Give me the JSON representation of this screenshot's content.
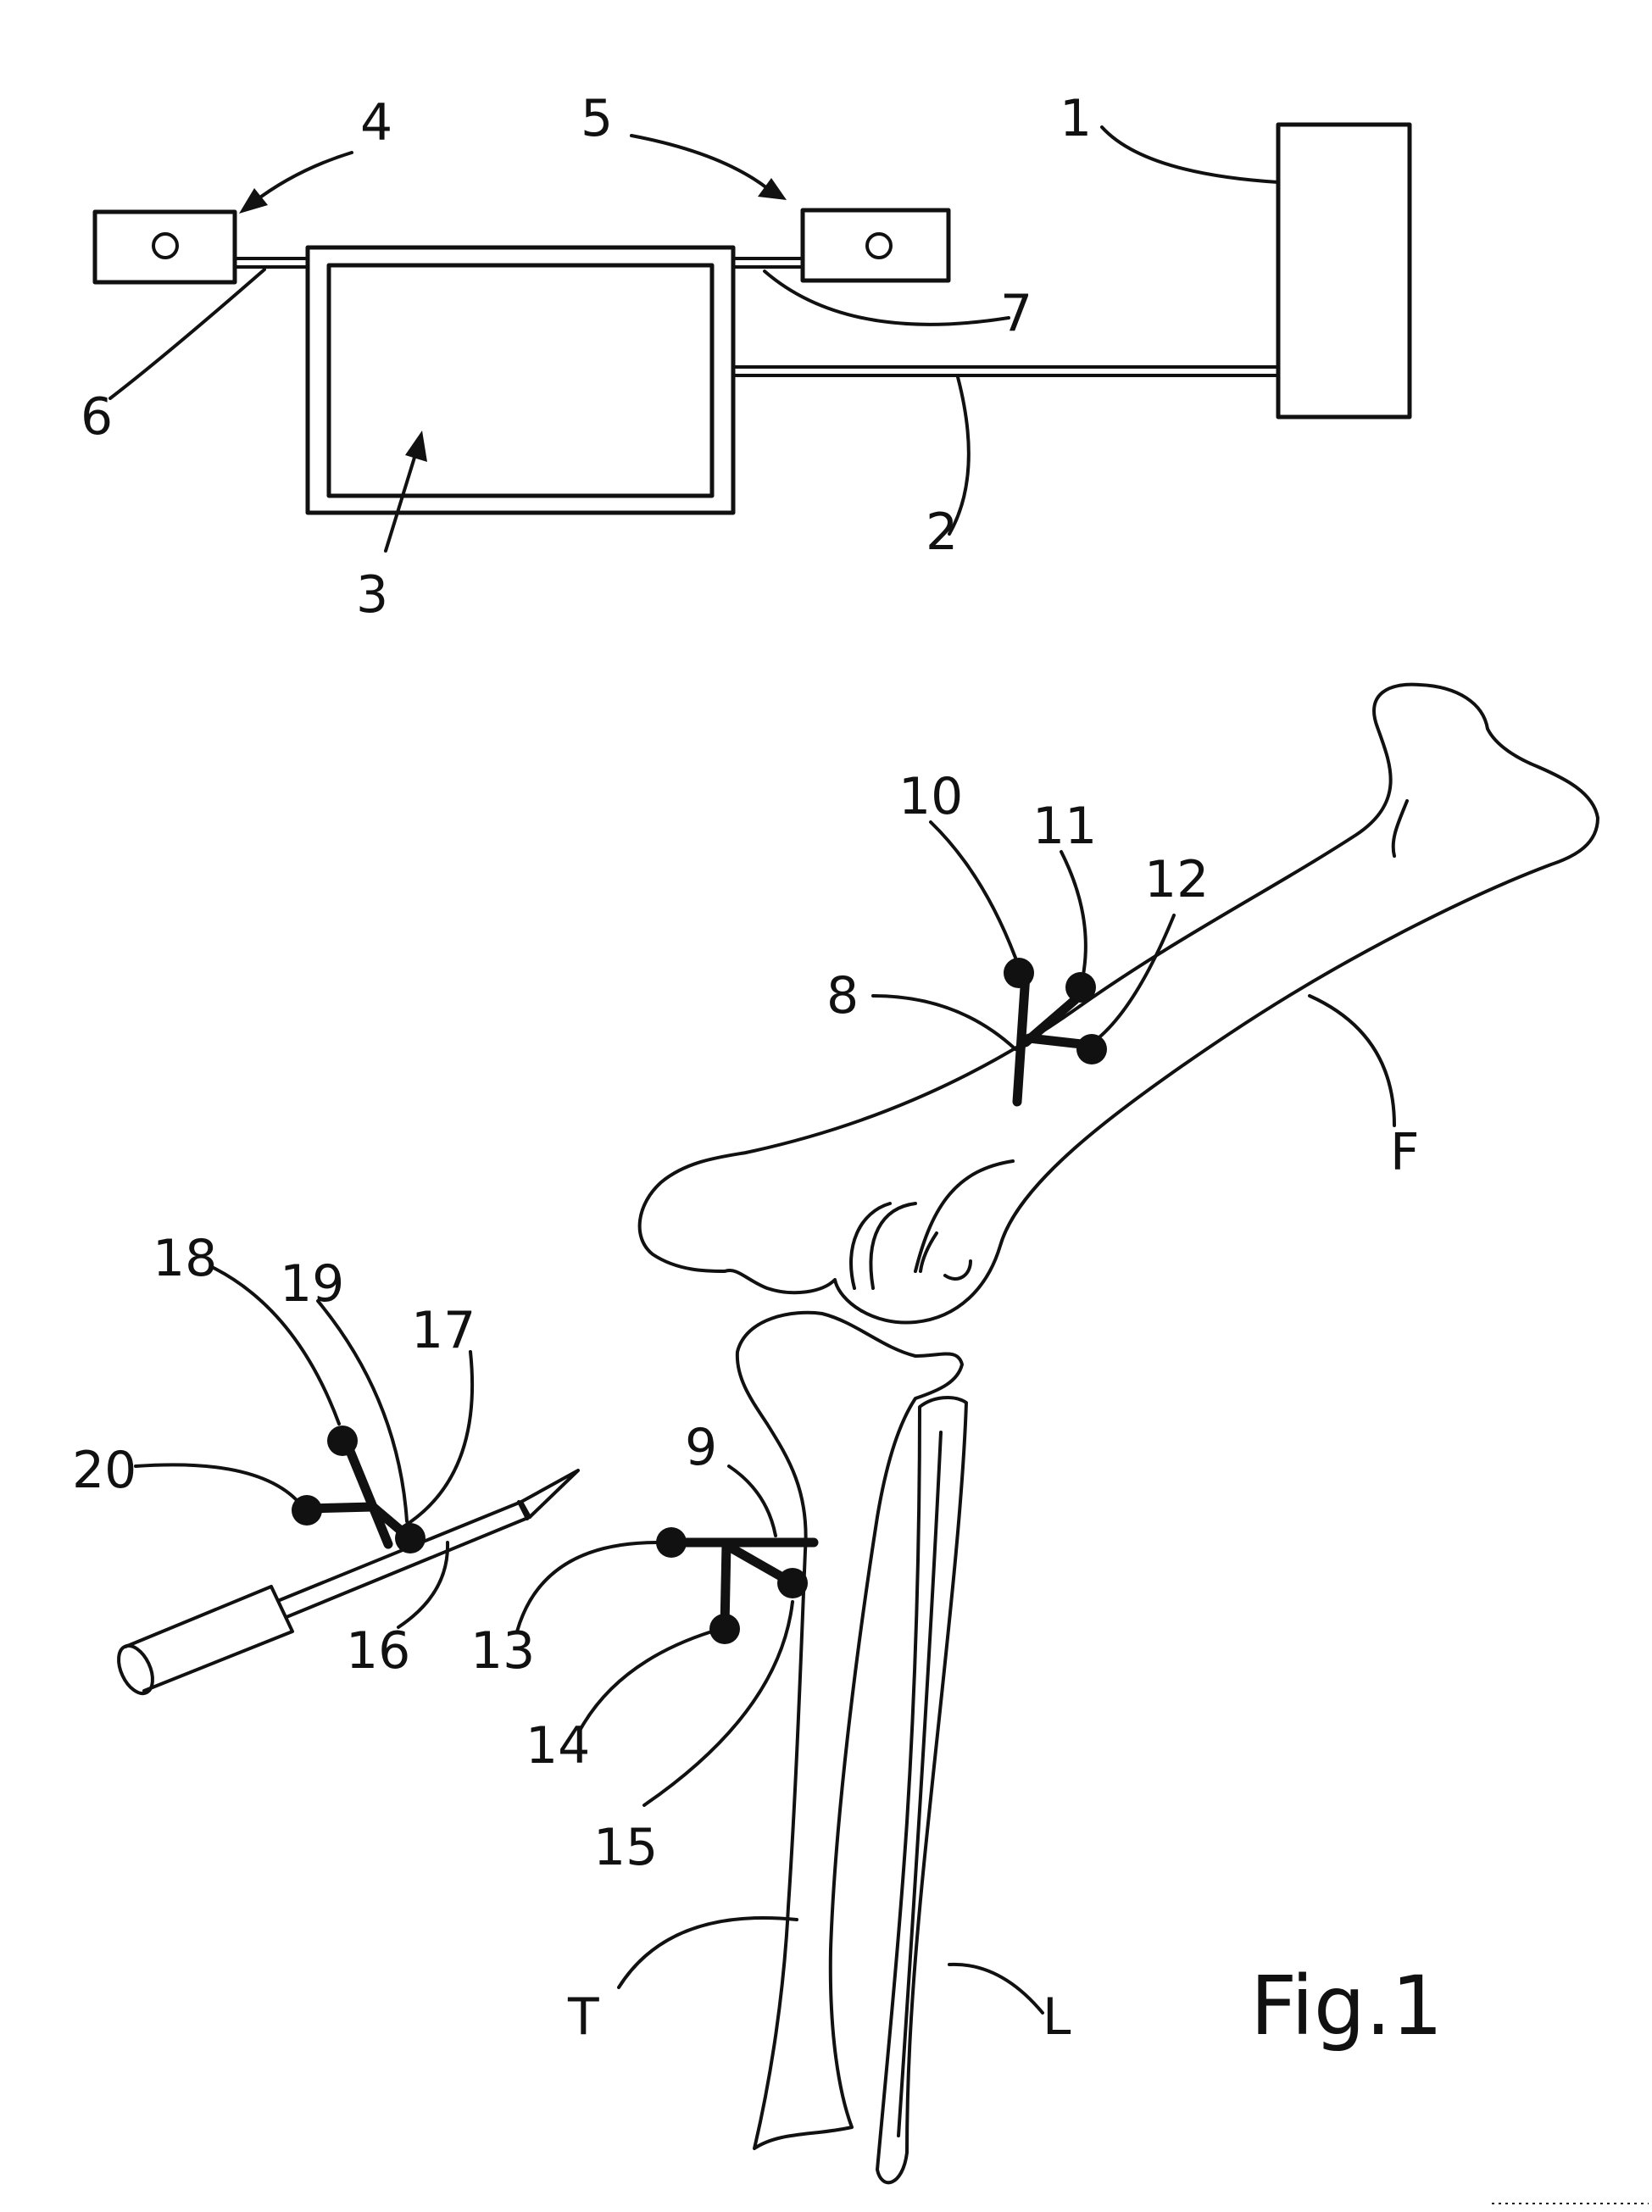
{
  "figure": {
    "caption": "Fig.1",
    "labels": {
      "1": "1",
      "2": "2",
      "3": "3",
      "4": "4",
      "5": "5",
      "6": "6",
      "7": "7",
      "8": "8",
      "9": "9",
      "10": "10",
      "11": "11",
      "12": "12",
      "13": "13",
      "14": "14",
      "15": "15",
      "16": "16",
      "17": "17",
      "18": "18",
      "19": "19",
      "20": "20",
      "F": "F",
      "T": "T",
      "L": "L"
    }
  }
}
